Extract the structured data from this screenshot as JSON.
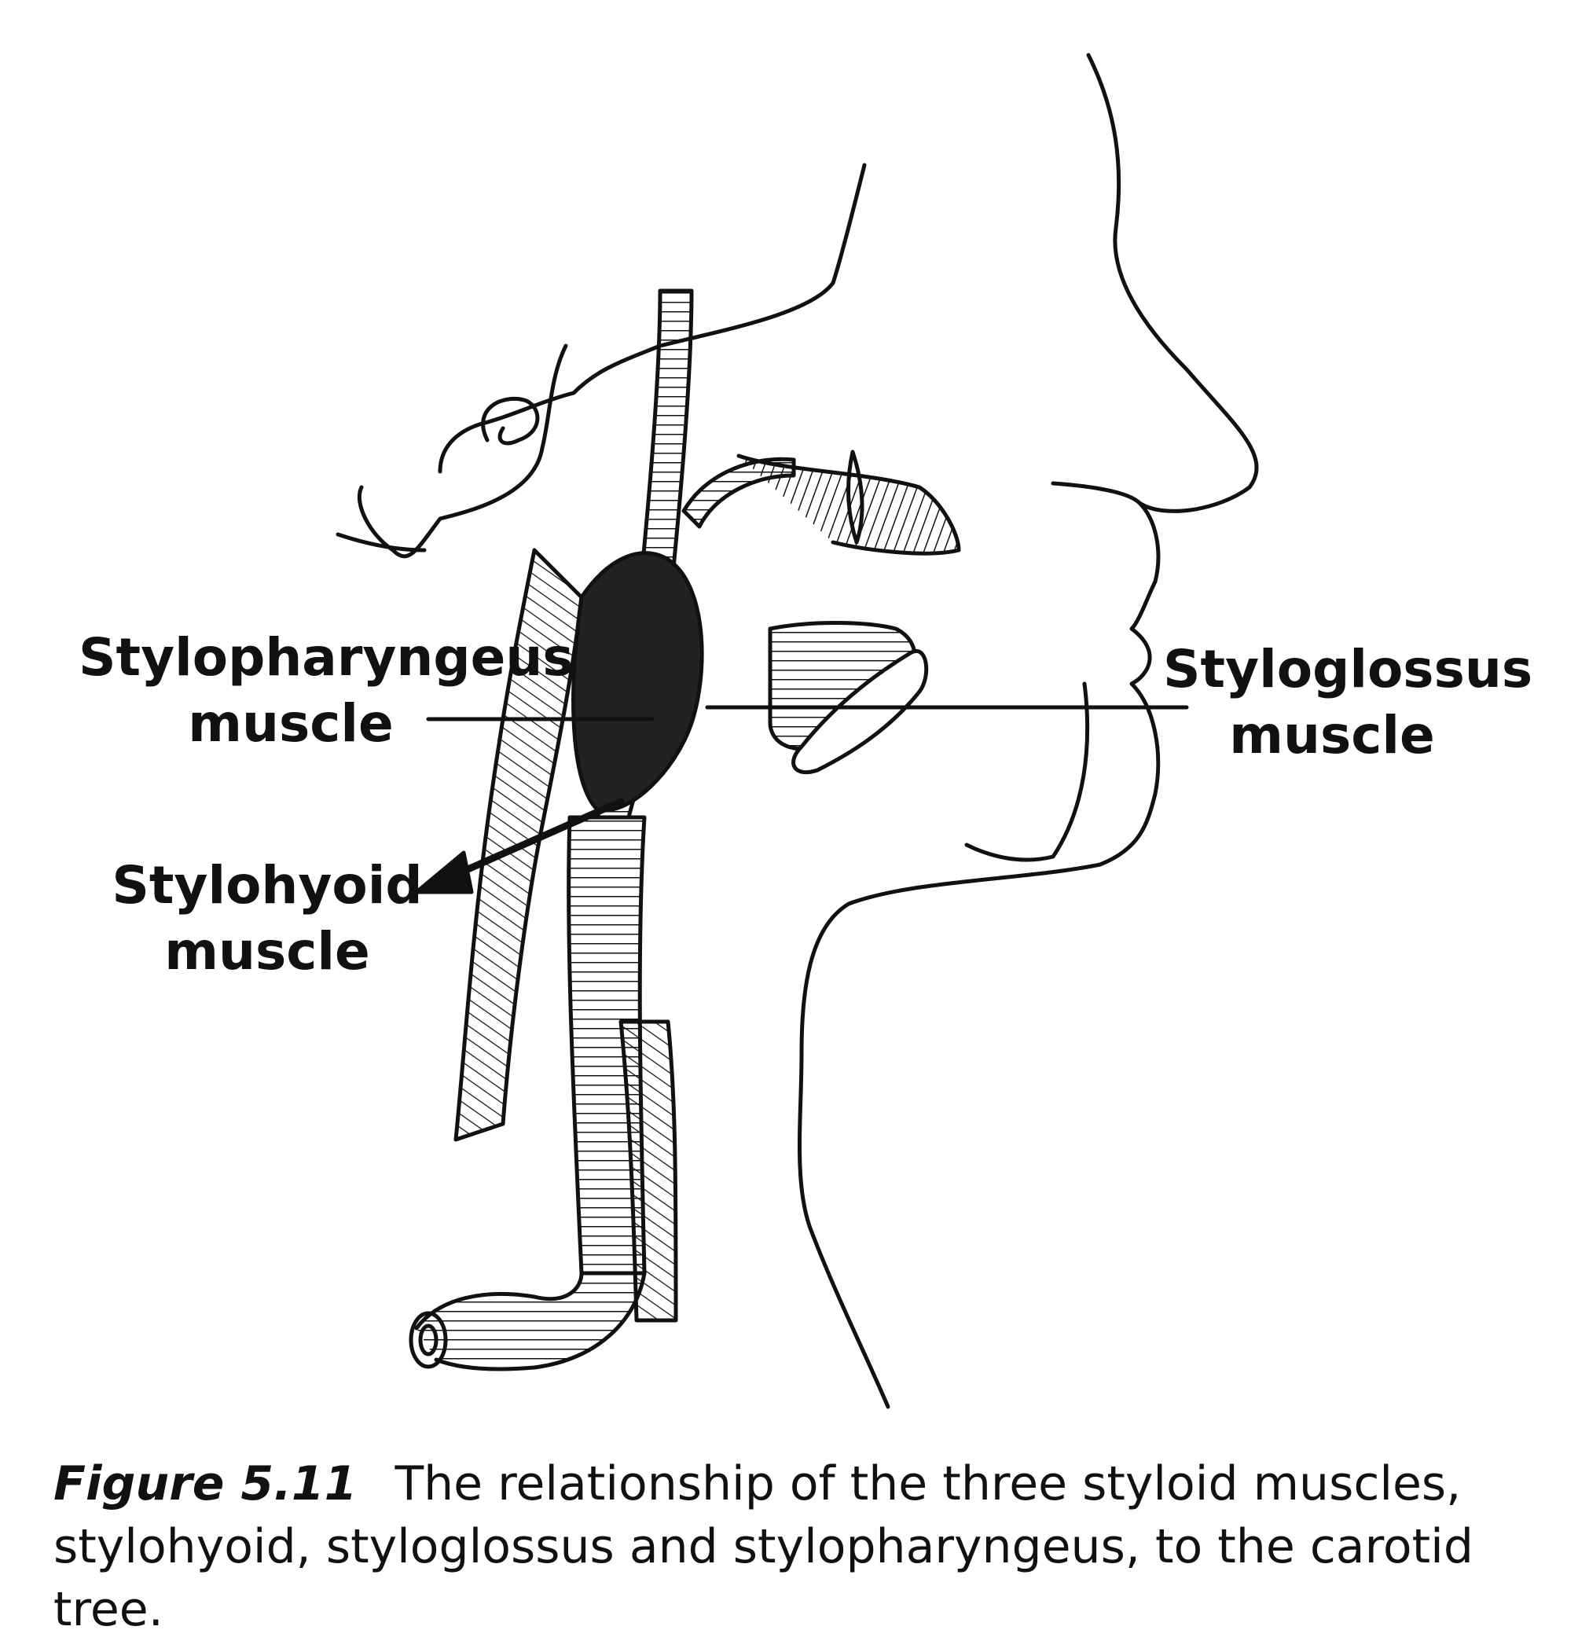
{
  "labels": {
    "stylopharyngeus": [
      "Stylopharyngeus",
      "muscle"
    ],
    "styloglossus": [
      "Styloglossus",
      "muscle"
    ],
    "stylohyoid": [
      "Stylohyoid",
      "muscle"
    ]
  },
  "caption": {
    "number": "Figure 5.11",
    "text": "The relationship of the three styloid muscles, stylohyoid, styloglossus and stylopharyngeus, to the carotid tree."
  }
}
